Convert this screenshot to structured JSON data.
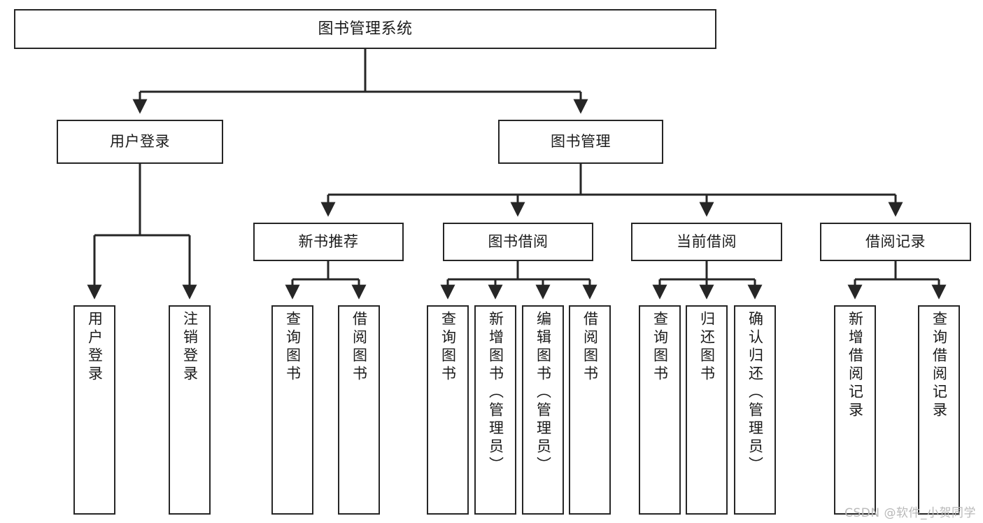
{
  "diagram": {
    "title": "图书管理系统",
    "type": "tree-hierarchy-diagram",
    "colors": {
      "box_border": "#262626",
      "box_fill": "#ffffff",
      "edge": "#262626",
      "text": "#1b1b1b",
      "watermark": "#b9b9b9",
      "background": "#ffffff"
    },
    "root": {
      "label": "图书管理系统"
    },
    "level2": [
      {
        "label": "用户登录"
      },
      {
        "label": "图书管理"
      }
    ],
    "level3": [
      {
        "label": "新书推荐"
      },
      {
        "label": "图书借阅"
      },
      {
        "label": "当前借阅"
      },
      {
        "label": "借阅记录"
      }
    ],
    "leaves": {
      "user_login": [
        {
          "label": "用户登录"
        },
        {
          "label": "注销登录"
        }
      ],
      "new_book_recommend": [
        {
          "label": "查询图书"
        },
        {
          "label": "借阅图书"
        }
      ],
      "book_borrow": [
        {
          "label": "查询图书"
        },
        {
          "label": "新增图书（管理员）"
        },
        {
          "label": "编辑图书（管理员）"
        },
        {
          "label": "借阅图书"
        }
      ],
      "current_borrow": [
        {
          "label": "查询图书"
        },
        {
          "label": "归还图书"
        },
        {
          "label": "确认归还（管理员）"
        }
      ],
      "borrow_record": [
        {
          "label": "新增借阅记录"
        },
        {
          "label": "查询借阅记录"
        }
      ]
    }
  },
  "watermark": {
    "text": "CSDN @软件_小贺同学"
  }
}
